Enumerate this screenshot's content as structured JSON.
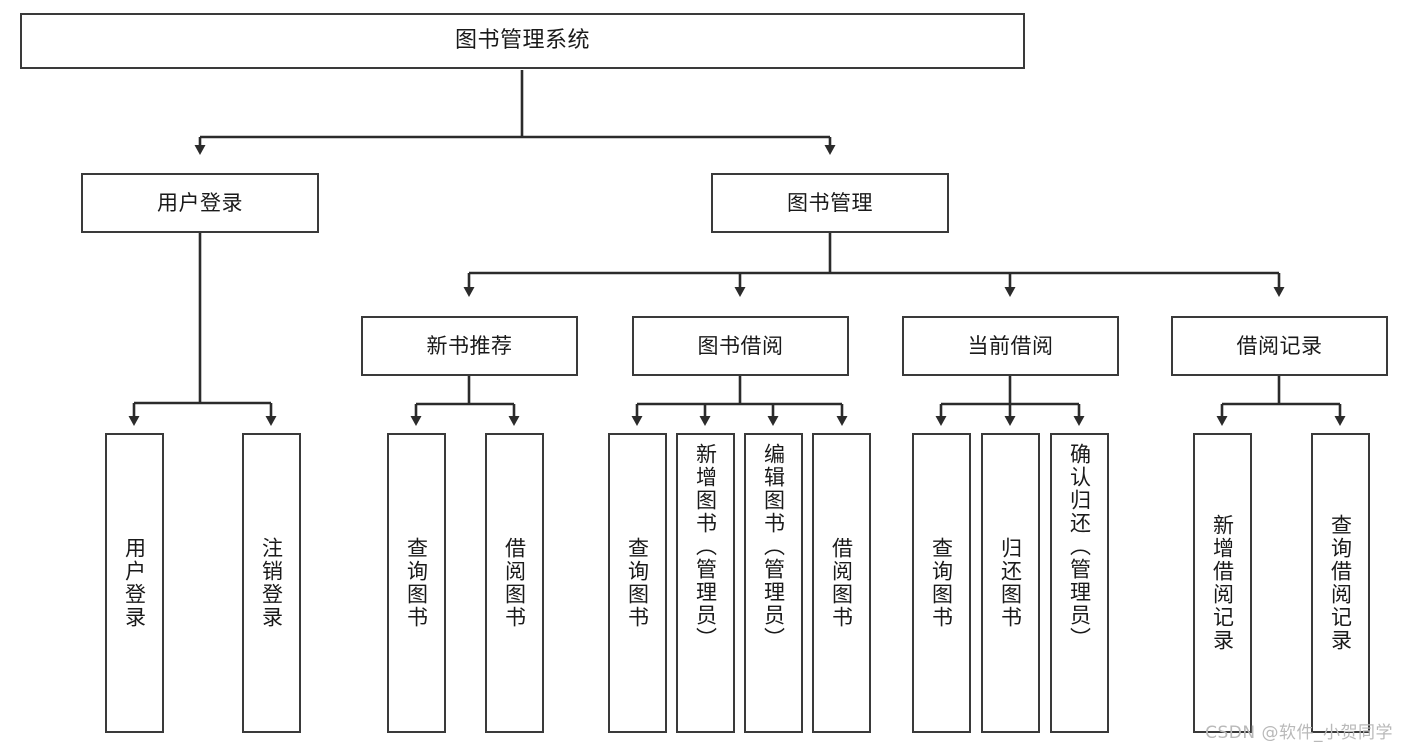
{
  "diagram": {
    "title": "图书管理系统",
    "type": "tree-hierarchy",
    "watermark": "CSDN @软件_小贺同学",
    "colors": {
      "background": "#ffffff",
      "box_border": "#3a3a3a",
      "box_fill": "#ffffff",
      "text": "#1a1a1a",
      "edge": "#2b2b2b",
      "watermark": "#b9b9b9"
    },
    "root": {
      "label": "图书管理系统"
    },
    "level2": [
      {
        "label": "用户登录"
      },
      {
        "label": "图书管理"
      }
    ],
    "level3": [
      {
        "label": "新书推荐"
      },
      {
        "label": "图书借阅"
      },
      {
        "label": "当前借阅"
      },
      {
        "label": "借阅记录"
      }
    ],
    "leaves": {
      "user_login": [
        {
          "label": "用户登录"
        },
        {
          "label": "注销登录"
        }
      ],
      "new_book_recommend": [
        {
          "label": "查询图书"
        },
        {
          "label": "借阅图书"
        }
      ],
      "book_borrow": [
        {
          "label": "查询图书"
        },
        {
          "label": "新增图书（管理员）"
        },
        {
          "label": "编辑图书（管理员）"
        },
        {
          "label": "借阅图书"
        }
      ],
      "current_borrow": [
        {
          "label": "查询图书"
        },
        {
          "label": "归还图书"
        },
        {
          "label": "确认归还（管理员）"
        }
      ],
      "borrow_record": [
        {
          "label": "新增借阅记录"
        },
        {
          "label": "查询借阅记录"
        }
      ]
    }
  }
}
